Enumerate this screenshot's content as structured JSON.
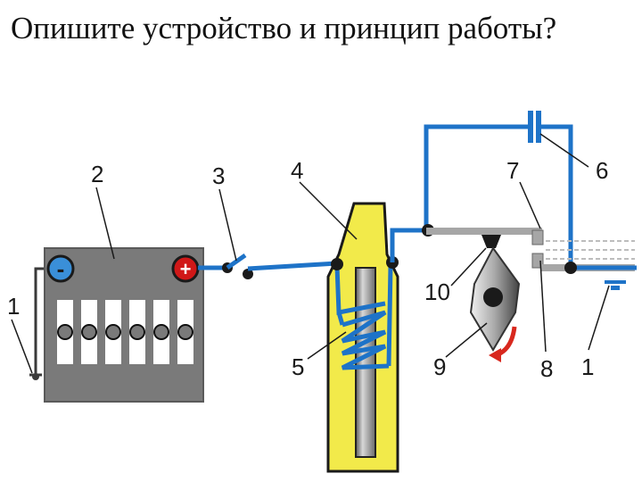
{
  "title": "Опишите устройство и принцип работы?",
  "labels": {
    "ground_left": "1",
    "battery": "2",
    "switch": "3",
    "coil": "4",
    "winding": "5",
    "capacitor": "6",
    "contact_upper": "7",
    "contact_lower": "8",
    "cam": "9",
    "heel": "10",
    "ground_right": "1"
  },
  "battery": {
    "neg_symbol": "-",
    "pos_symbol": "+"
  },
  "colors": {
    "wire_blue": "#1E73C8",
    "wire_gray": "#A6A6A6",
    "battery_gray": "#7A7A7A",
    "coil_yellow": "#F2EA4A",
    "terminal_red": "#D01818",
    "terminal_blue": "#3A8FD8",
    "arrow_red": "#D8281E"
  }
}
